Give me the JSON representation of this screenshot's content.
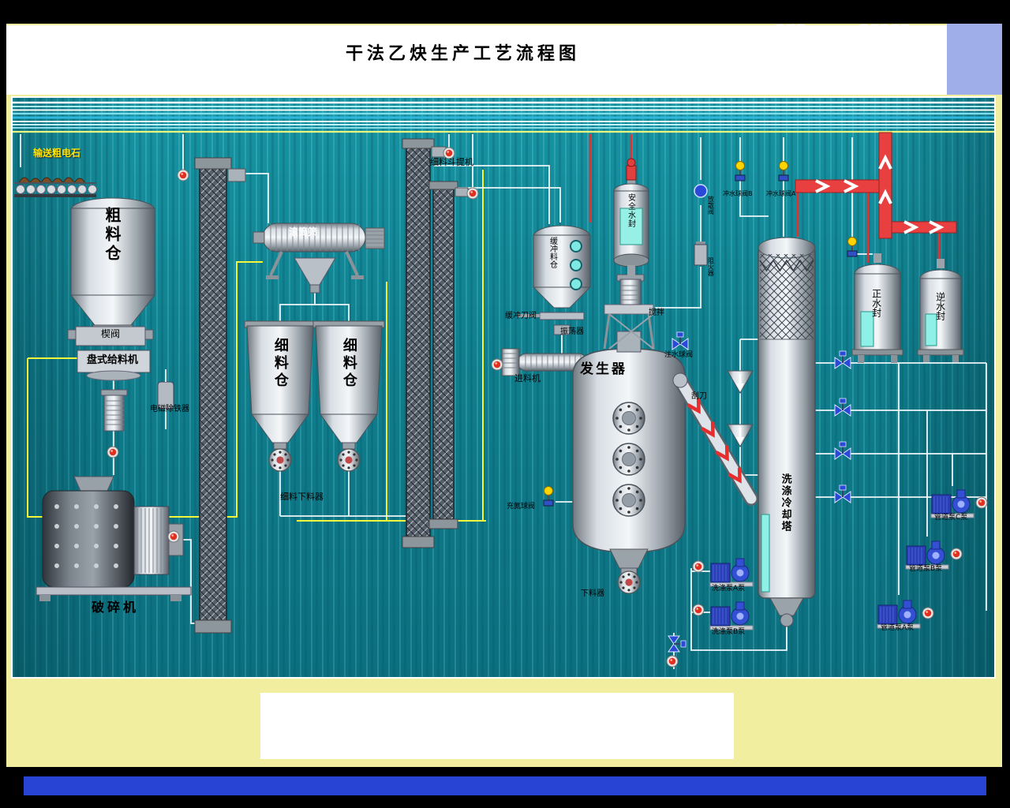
{
  "window": {
    "title": "干法乙炔生产工艺流程图"
  },
  "colors": {
    "background_teal": "#0E7F8E",
    "frame_yellow": "#F1EEA0",
    "pipe_red": "#E63030",
    "pipe_yellow": "#F5F53A",
    "liquid_cyan": "#8FF0E8",
    "indicator_red": "#E03020",
    "valve_yellow": "#FFD400",
    "valve_blue": "#2A49D8",
    "footer_blue": "#2744D4"
  },
  "equipment": {
    "conveyor": "输送粗电石",
    "coarse_silo": "粗料仓",
    "wedge_valve": "楔阀",
    "disc_feeder": "盘式给料机",
    "magnetic_separator": "电磁除铁器",
    "crusher": "破碎机",
    "drum_screen": "滚筒筛",
    "fine_silo_left": "细料仓",
    "fine_silo_right": "细料仓",
    "fine_discharger": "细料下料器",
    "bucket_elevator": "细料斗提机",
    "buffer_silo": "缓冲料仓",
    "buffer_knife_valve": "缓冲刀阀",
    "oscillator": "振荡器",
    "feeder": "进料机",
    "generator": "发生器",
    "safety_water_seal": "安全水封",
    "agitator": "搅拌",
    "water_ball_valve": "注水球阀",
    "scraper": "刮刀",
    "nitrogen_ball_valve": "充氮球阀",
    "discharger": "下料器",
    "washing_tower": "洗涤冷却塔",
    "flush_valve_b": "冲水球阀B",
    "flush_valve_a": "冲水球阀A",
    "vent_valve": "放散阀",
    "flame_arrester": "阻火器",
    "positive_water_seal": "正水封",
    "reverse_water_seal": "逆水封",
    "wash_pump_a": "洗涤泵A泵",
    "wash_pump_b": "洗涤泵B泵",
    "pipe_pump_a": "管道泵A泵",
    "pipe_pump_b": "管道泵B泵",
    "pipe_pump_c": "管道泵C泵"
  }
}
